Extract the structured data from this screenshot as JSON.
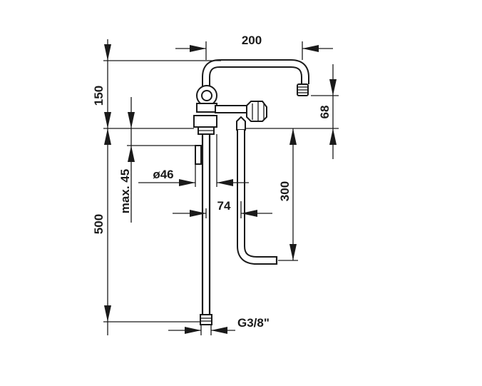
{
  "dimensions": {
    "width_top": "200",
    "height_upper": "150",
    "outlet_drop": "68",
    "max_depth": "max. 45",
    "diameter": "ø46",
    "spacing": "74",
    "hose_length": "300",
    "body_length": "500",
    "thread": "G3/8\""
  }
}
